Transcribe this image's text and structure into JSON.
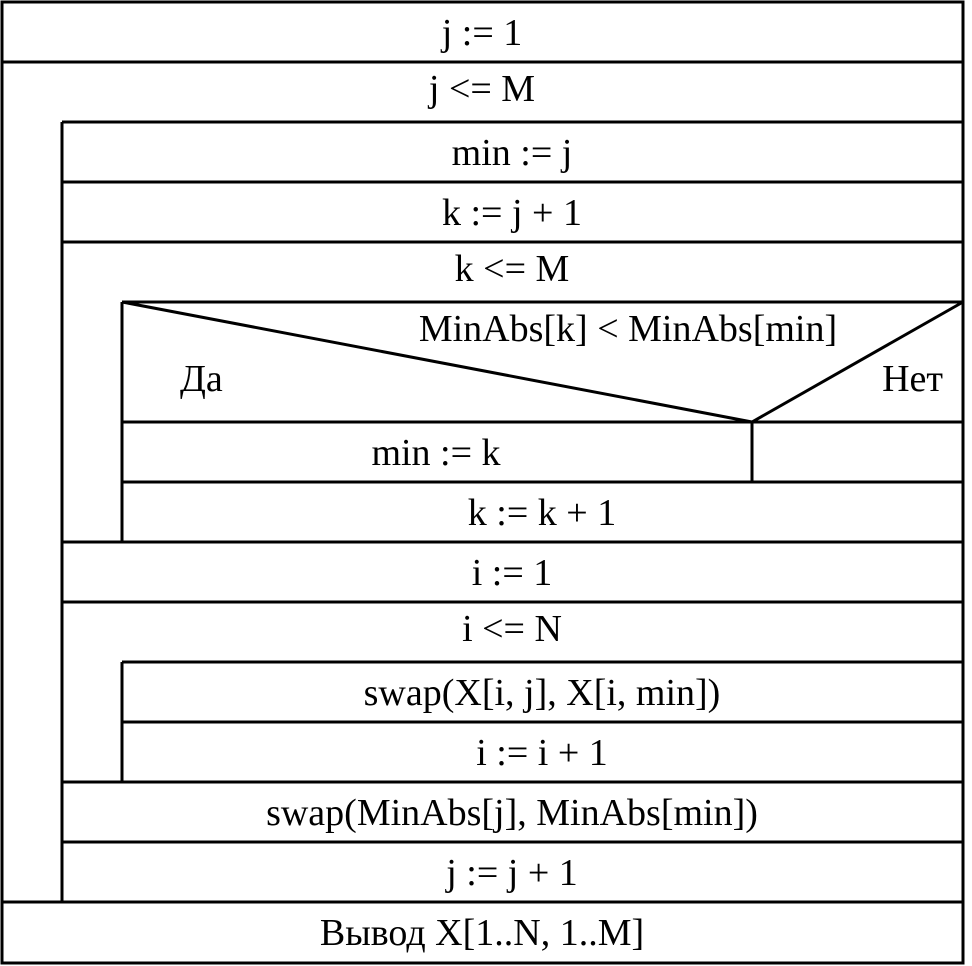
{
  "diagram": {
    "init_j": "j := 1",
    "loop_j_condition": "j <= M",
    "set_min": "min := j",
    "init_k": "k := j + 1",
    "loop_k_condition": "k <= M",
    "if_condition": "MinAbs[k] < MinAbs[min]",
    "if_yes": "Да",
    "if_no": "Нет",
    "yes_action": "min := k",
    "inc_k": "k := k + 1",
    "init_i": "i := 1",
    "loop_i_condition": "i <= N",
    "swap_columns": "swap(X[i, j], X[i, min])",
    "inc_i": "i := i + 1",
    "swap_minabs": "swap(MinAbs[j], MinAbs[min])",
    "inc_j": "j := j + 1",
    "output": "Вывод X[1..N, 1..M]"
  },
  "colors": {
    "line": "#000000",
    "background": "#ffffff"
  }
}
